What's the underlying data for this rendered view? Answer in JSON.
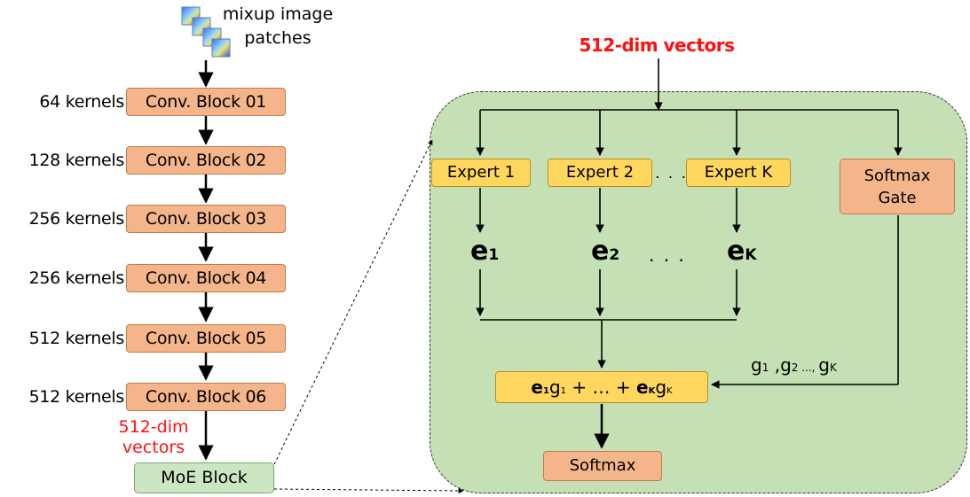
{
  "input": {
    "patches_label": "mixup image patches",
    "patches_icon": "image-patches-icon"
  },
  "conv_blocks": [
    {
      "kernels": "64 kernels",
      "label": "Conv. Block 01"
    },
    {
      "kernels": "128 kernels",
      "label": "Conv. Block 02"
    },
    {
      "kernels": "256 kernels",
      "label": "Conv. Block 03"
    },
    {
      "kernels": "256 kernels",
      "label": "Conv. Block 04"
    },
    {
      "kernels": "512 kernels",
      "label": "Conv. Block 05"
    },
    {
      "kernels": "512 kernels",
      "label": "Conv. Block 06"
    }
  ],
  "left_vector_label_line1": "512-dim",
  "left_vector_label_line2": "vectors",
  "moe_block_label": "MoE Block",
  "moe": {
    "input_label": "512-dim vectors",
    "experts": [
      "Expert 1",
      "Expert 2",
      "Expert K"
    ],
    "expert_ellipsis": ". . .",
    "outputs": [
      {
        "base": "e",
        "sub": "1"
      },
      {
        "base": "e",
        "sub": "2"
      },
      {
        "base": "e",
        "sub": "K"
      }
    ],
    "output_ellipsis": ". . .",
    "gate_line1": "Softmax",
    "gate_line2": "Gate",
    "gate_weights": {
      "g1": "g",
      "s1": "1",
      "sep1": " ,",
      "g2": "g",
      "s2": "2",
      "sep2": " ..., ",
      "gk": "g",
      "sk": "K"
    },
    "weighted_sum": {
      "e1": "e",
      "e1sub": "1",
      "g1": "g",
      "g1sub": "1",
      "mid": " + … + ",
      "ek": "e",
      "eksub": "K",
      "gk": "g",
      "gksub": "K"
    },
    "output_label": "Softmax"
  },
  "colors": {
    "conv_fill": "#f5b58a",
    "expert_fill": "#ffd75e",
    "moe_fill": "#c6e0b5",
    "highlight_red": "#ff1010"
  }
}
